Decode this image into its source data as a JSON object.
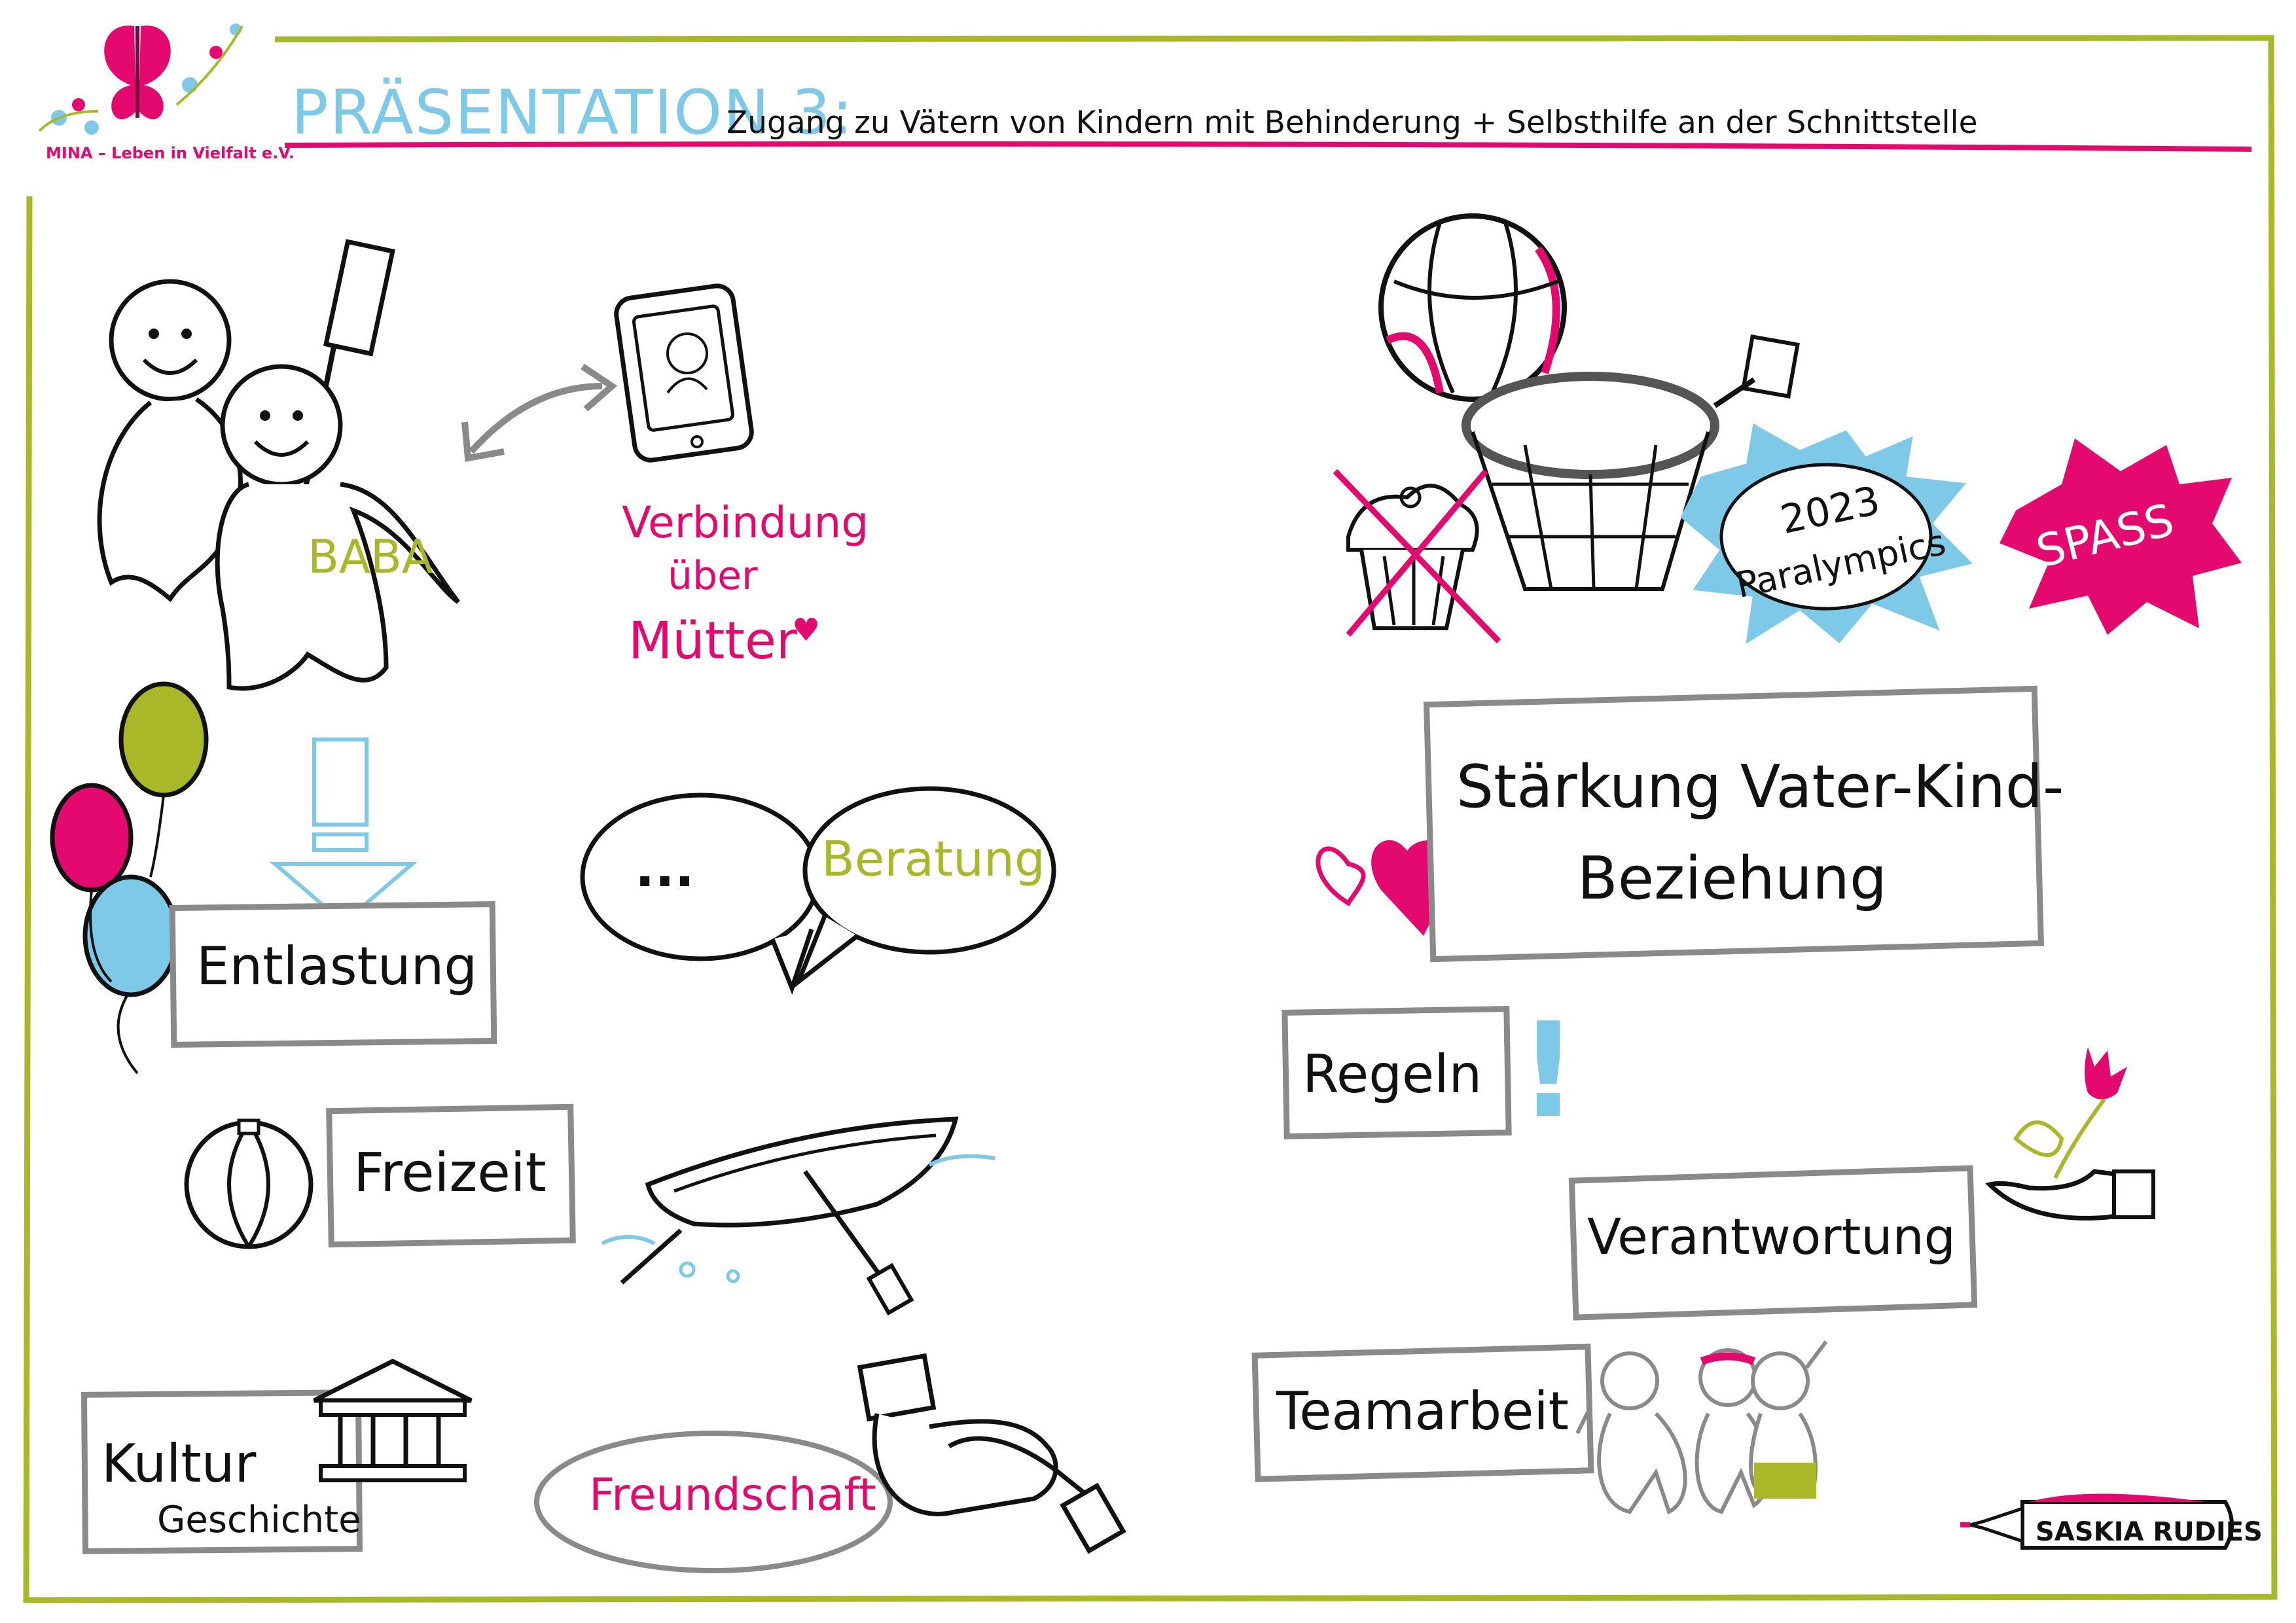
{
  "header": {
    "logo_text": "MINA – Leben in Vielfalt e.V.",
    "prefix": "PRÄSENTATION 3:",
    "title": "Zugang zu Vätern von Kindern mit Behinderung + Selbsthilfe an der Schnittstelle"
  },
  "left": {
    "baba": "BABA",
    "verbindung_line1": "Verbindung",
    "verbindung_line2": "über",
    "verbindung_line3": "Mütter",
    "entlastung": "Entlastung",
    "speech_dots": "...",
    "beratung": "Beratung",
    "freizeit": "Freizeit",
    "kultur": "Kultur",
    "geschichte": "Geschichte",
    "freundschaft": "Freundschaft"
  },
  "right": {
    "badge_year": "2023",
    "badge_event": "Paralympics",
    "spass": "SPASS",
    "staerkung_line1": "Stärkung Vater-Kind-",
    "staerkung_line2": "Beziehung",
    "regeln": "Regeln",
    "exclamation": "!",
    "verantwortung": "Verantwortung",
    "teamarbeit": "Teamarbeit"
  },
  "signature": "SASKIA RUDIES",
  "colors": {
    "magenta": "#e4096e",
    "light_blue": "#7ec8e8",
    "lime": "#a8b828",
    "gray": "#8a8a8a",
    "ink": "#111111"
  },
  "icons": [
    "butterfly-logo-icon",
    "stick-figures-icon",
    "smartphone-icon",
    "double-arrow-icon",
    "balloons-icon",
    "down-arrow-icon",
    "speech-bubbles-icon",
    "beach-ball-icon",
    "rowboat-icon",
    "temple-icon",
    "handshake-icon",
    "basketball-hoop-icon",
    "crossed-cupcake-icon",
    "heart-icon",
    "hand-with-flower-icon",
    "team-figures-icon",
    "marker-pen-icon"
  ]
}
